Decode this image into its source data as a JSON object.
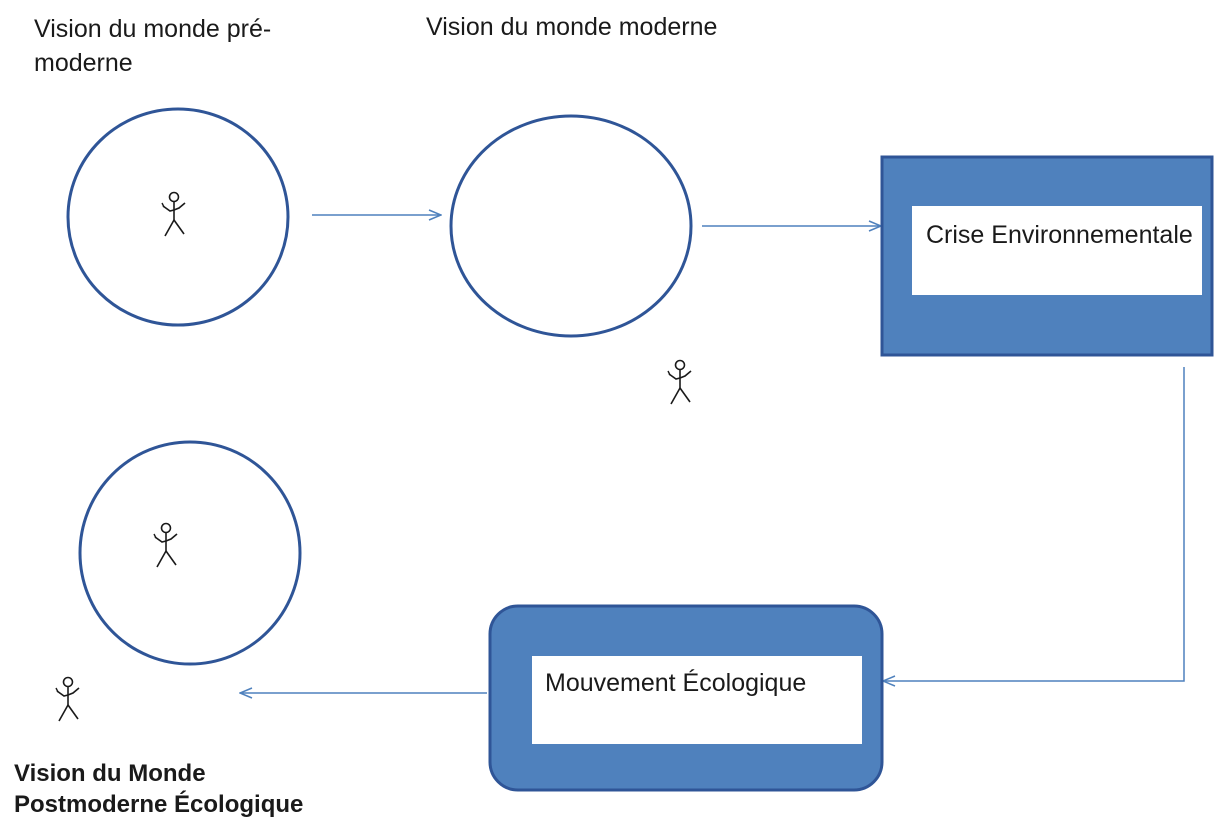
{
  "stages": {
    "premodern": {
      "label": "Vision du monde pré-moderne"
    },
    "modern": {
      "label": "Vision du monde moderne"
    },
    "crisis": {
      "label": "Crise Environnementale"
    },
    "movement": {
      "label": "Mouvement Écologique"
    },
    "postmodern": {
      "label": "Vision du Monde Postmoderne Écologique"
    }
  },
  "colors": {
    "circle_stroke": "#2f5597",
    "box_fill": "#4f81bd",
    "box_stroke": "#2f5597",
    "inner_fill": "#ffffff",
    "arrow": "#4f81bd",
    "figure": "#1a1a1a"
  },
  "figures": [
    "stick-figure",
    "stick-figure",
    "stick-figure",
    "stick-figure"
  ]
}
